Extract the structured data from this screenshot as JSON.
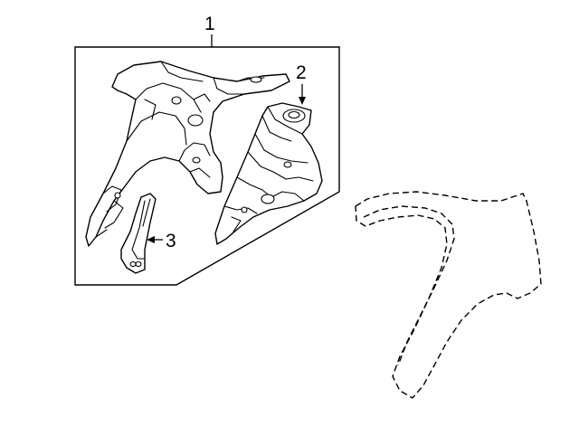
{
  "diagram": {
    "callouts": {
      "assembly": "1",
      "inner_housing": "2",
      "bracket": "3"
    }
  }
}
